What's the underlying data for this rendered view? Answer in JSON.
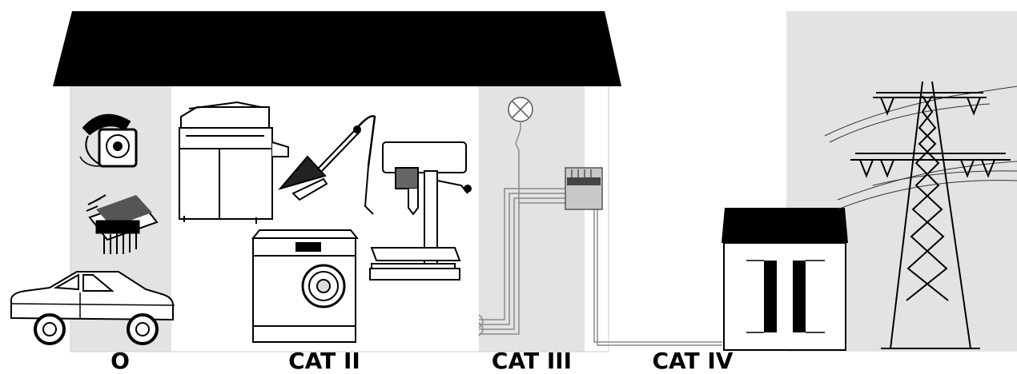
{
  "categories": {
    "cat_o": "O",
    "cat_ii": "CAT II",
    "cat_iii": "CAT III",
    "cat_iv": "CAT IV"
  },
  "colors": {
    "zone_shade": "#e3e3e3",
    "roof": "#000000",
    "line": "#111111",
    "wire": "#8a8a8a"
  },
  "icons": {
    "zone_o": [
      "telephone-icon",
      "circuit-board-icon",
      "car-icon"
    ],
    "zone_ii": [
      "photocopier-icon",
      "desk-lamp-icon",
      "drill-press-icon",
      "washing-machine-icon"
    ],
    "zone_iii": [
      "light-bulb-icon",
      "distribution-panel-icon",
      "wiring-icon"
    ],
    "zone_iv": [
      "substation-transformer-icon",
      "power-pylon-icon",
      "power-lines-icon"
    ]
  }
}
